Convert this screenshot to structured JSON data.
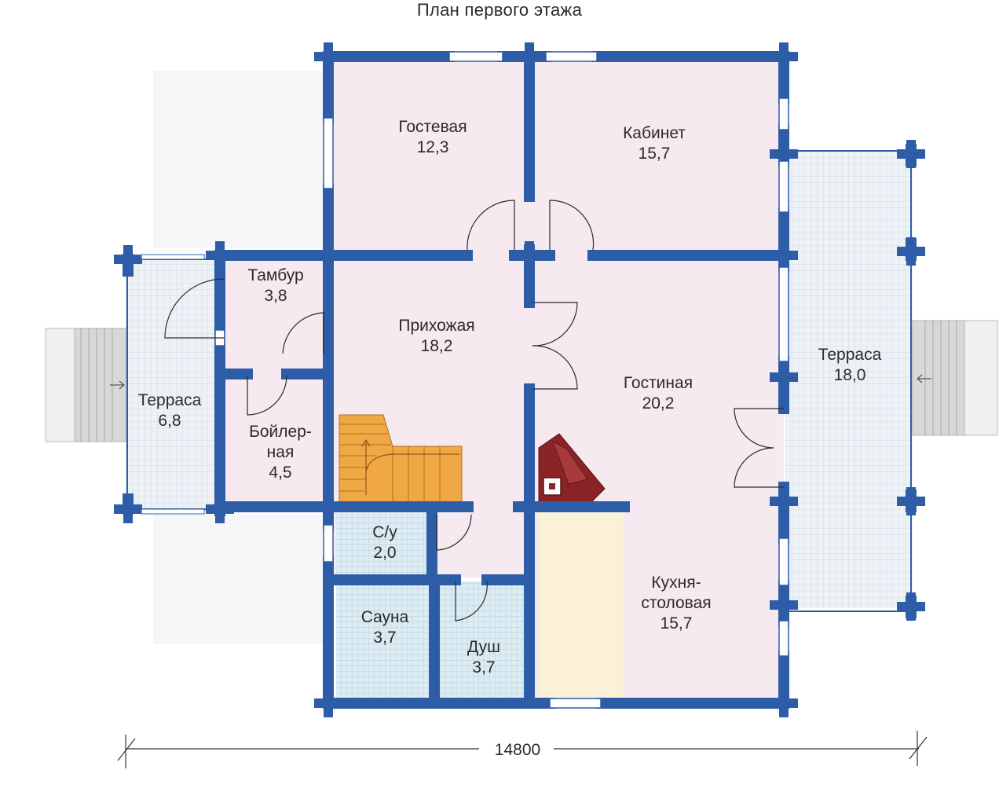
{
  "title": "План первого этажа",
  "dimension": "14800",
  "rooms": [
    {
      "key": "gostevaya",
      "name": "Гостевая",
      "area": "12,3"
    },
    {
      "key": "kabinet",
      "name": "Кабинет",
      "area": "15,7"
    },
    {
      "key": "tambur",
      "name": "Тамбур",
      "area": "3,8"
    },
    {
      "key": "prihozhaya",
      "name": "Прихожая",
      "area": "18,2"
    },
    {
      "key": "gostinaya",
      "name": "Гостиная",
      "area": "20,2"
    },
    {
      "key": "terrasa-left",
      "name": "Терраса",
      "area": "6,8"
    },
    {
      "key": "boilernaya",
      "name1": "Бойлер-",
      "name2": "ная",
      "area": "4,5"
    },
    {
      "key": "terrasa-right",
      "name": "Терраса",
      "area": "18,0"
    },
    {
      "key": "su",
      "name": "С/у",
      "area": "2,0"
    },
    {
      "key": "kuhnya",
      "name1": "Кухня-",
      "name2": "столовая",
      "area": "15,7"
    },
    {
      "key": "sauna",
      "name": "Сауна",
      "area": "3,7"
    },
    {
      "key": "dush",
      "name": "Душ",
      "area": "3,7"
    }
  ],
  "colors": {
    "wall": "#2e5da8",
    "room": "#f7e9f0",
    "terrace": "#eef2f6",
    "tile": "#dcecf2",
    "stairs": "#f0a845",
    "stove": "#8a2326",
    "kitchen_floor": "#fbf0d8"
  }
}
